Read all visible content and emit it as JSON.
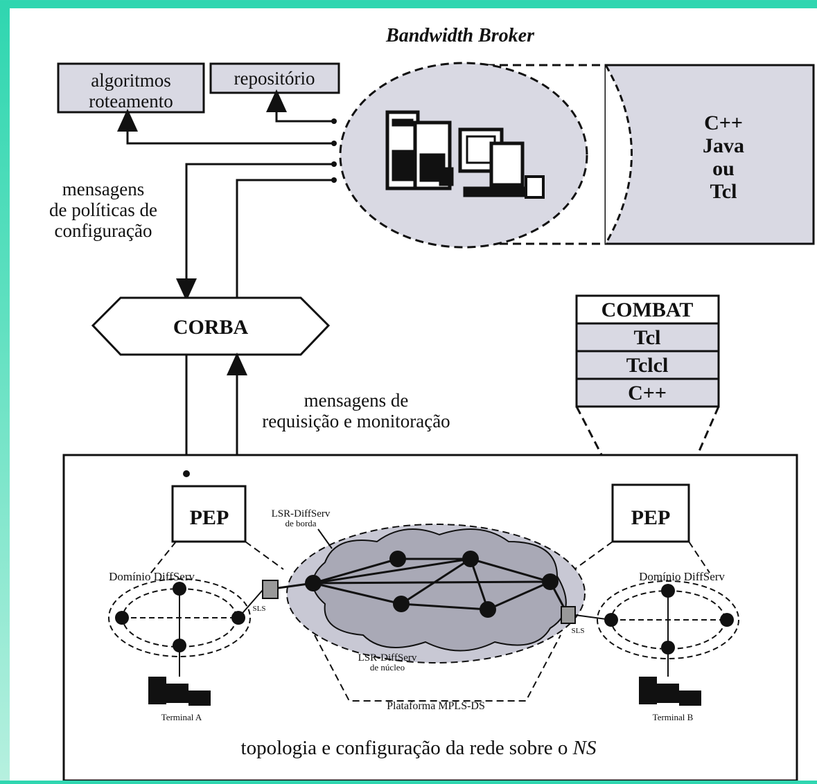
{
  "title": "Bandwidth Broker",
  "boxes": {
    "algoritmos": [
      "algoritmos",
      "roteamento"
    ],
    "repositorio": "repositório",
    "languages": [
      "C++",
      "Java",
      "ou",
      "Tcl"
    ]
  },
  "labels": {
    "politicas": [
      "mensagens",
      "de políticas de",
      "configuração"
    ],
    "corba": "CORBA",
    "requisicao": [
      "mensagens de",
      "requisição e monitoração"
    ],
    "pep_left": "PEP",
    "pep_right": "PEP",
    "lsr_top": [
      "LSR-DiffServ",
      "de borda"
    ],
    "lsr_bottom": [
      "LSR-DiffServ",
      "de núcleo"
    ],
    "dominio_left": "Domínio DiffServ",
    "dominio_right": "Domínio DiffServ",
    "sls_left": "SLS",
    "sls_right": "SLS",
    "plataforma": "Plataforma MPLS-DS",
    "terminal_a": "Terminal A",
    "terminal_b": "Terminal B",
    "bottom_caption": "topologia e configuração da rede sobre o",
    "bottom_caption_ns": "NS"
  },
  "combat_stack": [
    "COMBAT",
    "Tcl",
    "Tclcl",
    "C++"
  ],
  "colors": {
    "background_top": "#2fd6b0",
    "background_bottom": "#b6f0df",
    "shade": "#d9d9e3",
    "cloud": "#c8c8d4",
    "ink": "#111111"
  }
}
